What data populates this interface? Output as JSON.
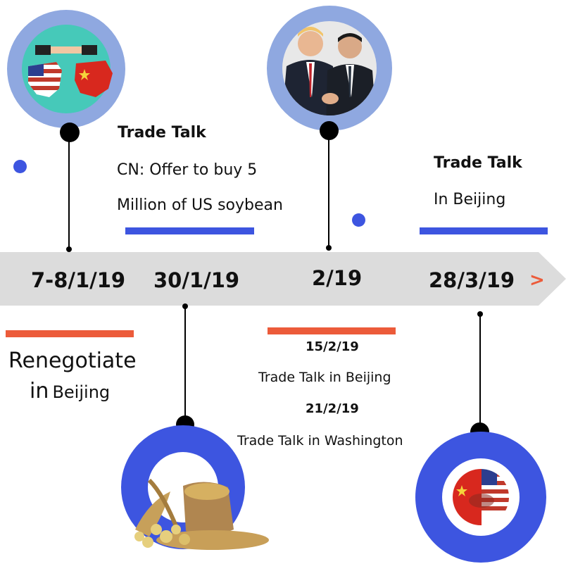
{
  "timeline": {
    "dates": [
      "7-8/1/19",
      "30/1/19",
      "2/19",
      "28/3/19"
    ],
    "arrow_glyph": ">"
  },
  "event_renegotiate": {
    "line1": "Renegotiate",
    "line2_prefix": "in",
    "line2_suffix": "Beijing"
  },
  "event_trade_talk_1": {
    "title": "Trade Talk",
    "line1": "CN: Offer to buy 5",
    "line2": "Million of US soybean"
  },
  "event_feb": {
    "date1": "15/2/19",
    "text1": "Trade Talk in Beijing",
    "date2": "21/2/19",
    "text2": "Trade Talk in Washington"
  },
  "event_trade_talk_2": {
    "title": "Trade Talk",
    "line1": "In Beijing"
  },
  "colors": {
    "timeline_bar": "#dcdcdc",
    "accent_blue": "#3d55e0",
    "accent_orange": "#ec5b3a",
    "circle_light_blue": "#8fa8e0",
    "circle_dark_blue": "#3d55e0"
  },
  "icons": [
    "trade-war-map-icon",
    "leaders-handshake-photo",
    "soybean-sack-photo",
    "flag-handshake-icon"
  ]
}
